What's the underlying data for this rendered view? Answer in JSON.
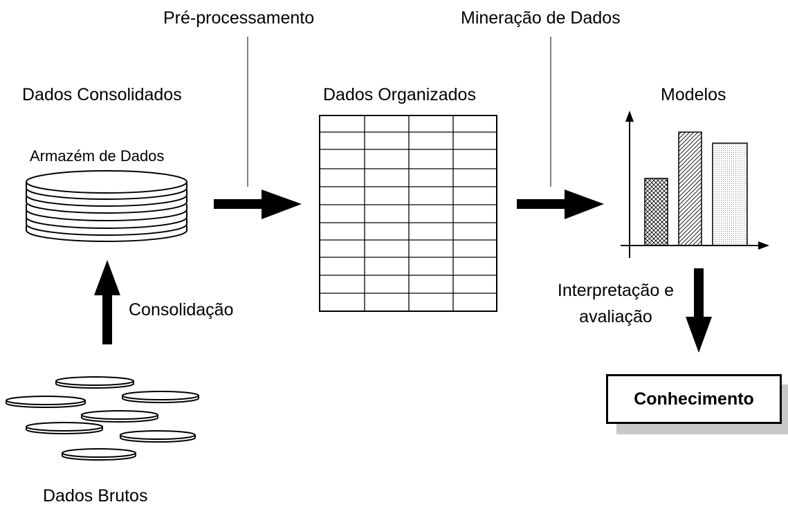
{
  "labels": {
    "preprocessing": "Pré-processamento",
    "data_mining": "Mineração de Dados",
    "consolidated": "Dados Consolidados",
    "organized": "Dados Organizados",
    "models": "Modelos",
    "warehouse": "Armazém de Dados",
    "consolidation": "Consolidação",
    "interpretation_line1": "Interpretação e",
    "interpretation_line2": "avaliação",
    "raw": "Dados Brutos",
    "knowledge": "Conhecimento"
  },
  "icons": {
    "warehouse": "database-stack-icon",
    "raw": "scattered-disks-icon",
    "table": "table-grid-icon",
    "chart": "bar-chart-icon",
    "arrow": "arrow-icon"
  },
  "colors": {
    "stroke": "#000000",
    "shadow": "#c8c8c8",
    "background": "#ffffff"
  }
}
